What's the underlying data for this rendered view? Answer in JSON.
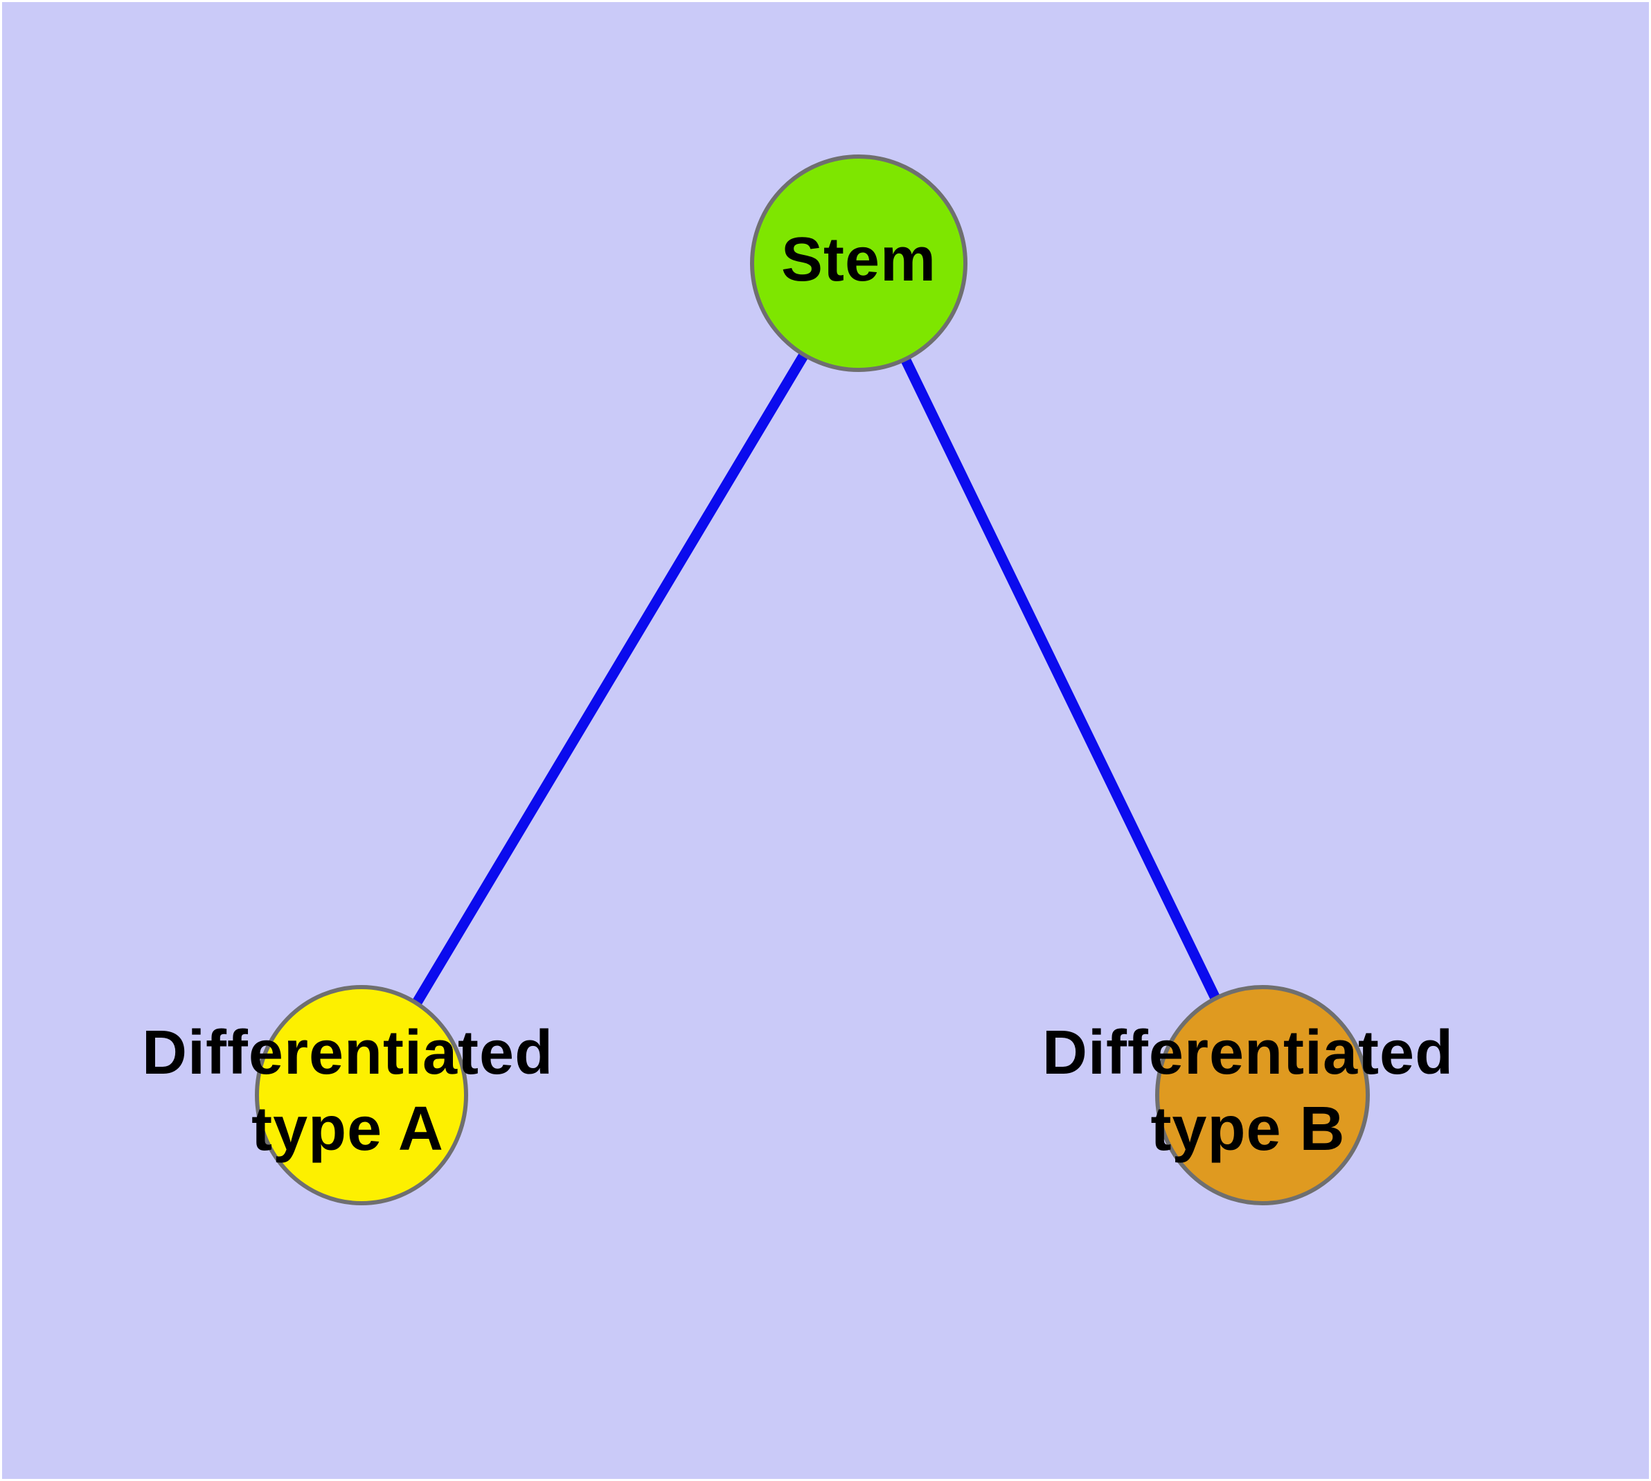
{
  "graph": {
    "type": "tree",
    "description_colors": {
      "background": "#cacaf8",
      "edge": "#0b0bee",
      "node_border": "#6f6f6f",
      "label_text": "#000000"
    },
    "nodes": [
      {
        "id": "stem",
        "label": "Stem",
        "label_lines": [
          "Stem"
        ],
        "fill": "#7ee600"
      },
      {
        "id": "type_a",
        "label": "Differentiated type A",
        "label_lines": [
          "Differentiated",
          "type A"
        ],
        "fill": "#fdf000"
      },
      {
        "id": "type_b",
        "label": "Differentiated type B",
        "label_lines": [
          "Differentiated",
          "type B"
        ],
        "fill": "#df9a20"
      }
    ],
    "edges": [
      {
        "from": "stem",
        "to": "type_a"
      },
      {
        "from": "stem",
        "to": "type_b"
      }
    ]
  }
}
